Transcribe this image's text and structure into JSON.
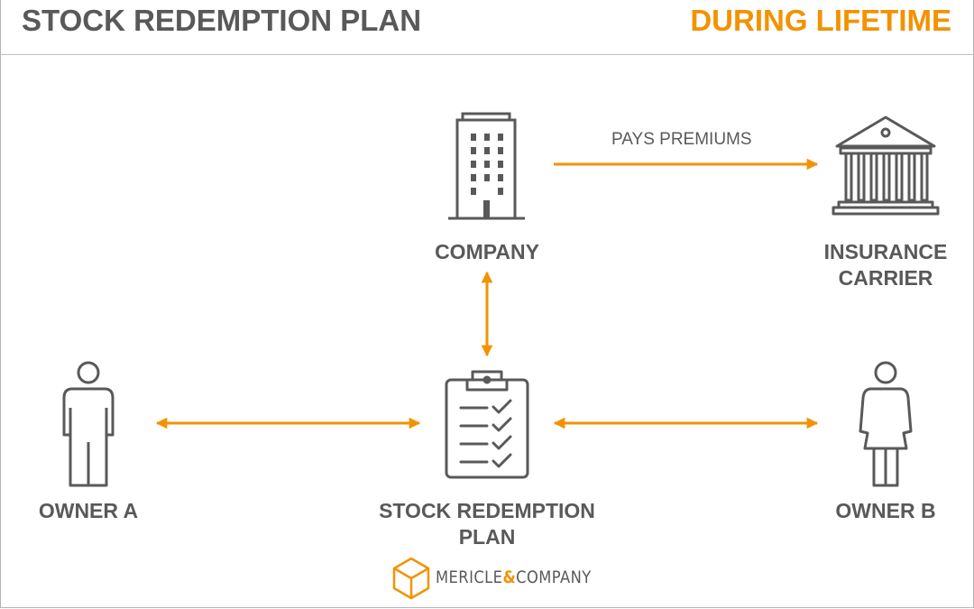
{
  "header": {
    "title": "STOCK REDEMPTION PLAN",
    "phase": "DURING LIFETIME"
  },
  "nodes": {
    "company": {
      "label": "COMPANY",
      "icon": "office-building-icon"
    },
    "insurance_carrier": {
      "label_line1": "INSURANCE",
      "label_line2": "CARRIER",
      "icon": "bank-building-icon"
    },
    "owner_a": {
      "label": "OWNER A",
      "icon": "male-person-icon"
    },
    "owner_b": {
      "label": "OWNER B",
      "icon": "female-person-icon"
    },
    "plan": {
      "label_line1": "STOCK REDEMPTION",
      "label_line2": "PLAN",
      "icon": "clipboard-checklist-icon"
    }
  },
  "edges": {
    "company_to_carrier": "PAYS PREMIUMS"
  },
  "logo": {
    "name_part1": "MERICLE",
    "ampersand": "&",
    "name_part2": "COMPANY",
    "icon": "hexagon-box-icon"
  },
  "colors": {
    "accent": "#f39200",
    "text": "#595959",
    "icon": "#595959"
  }
}
